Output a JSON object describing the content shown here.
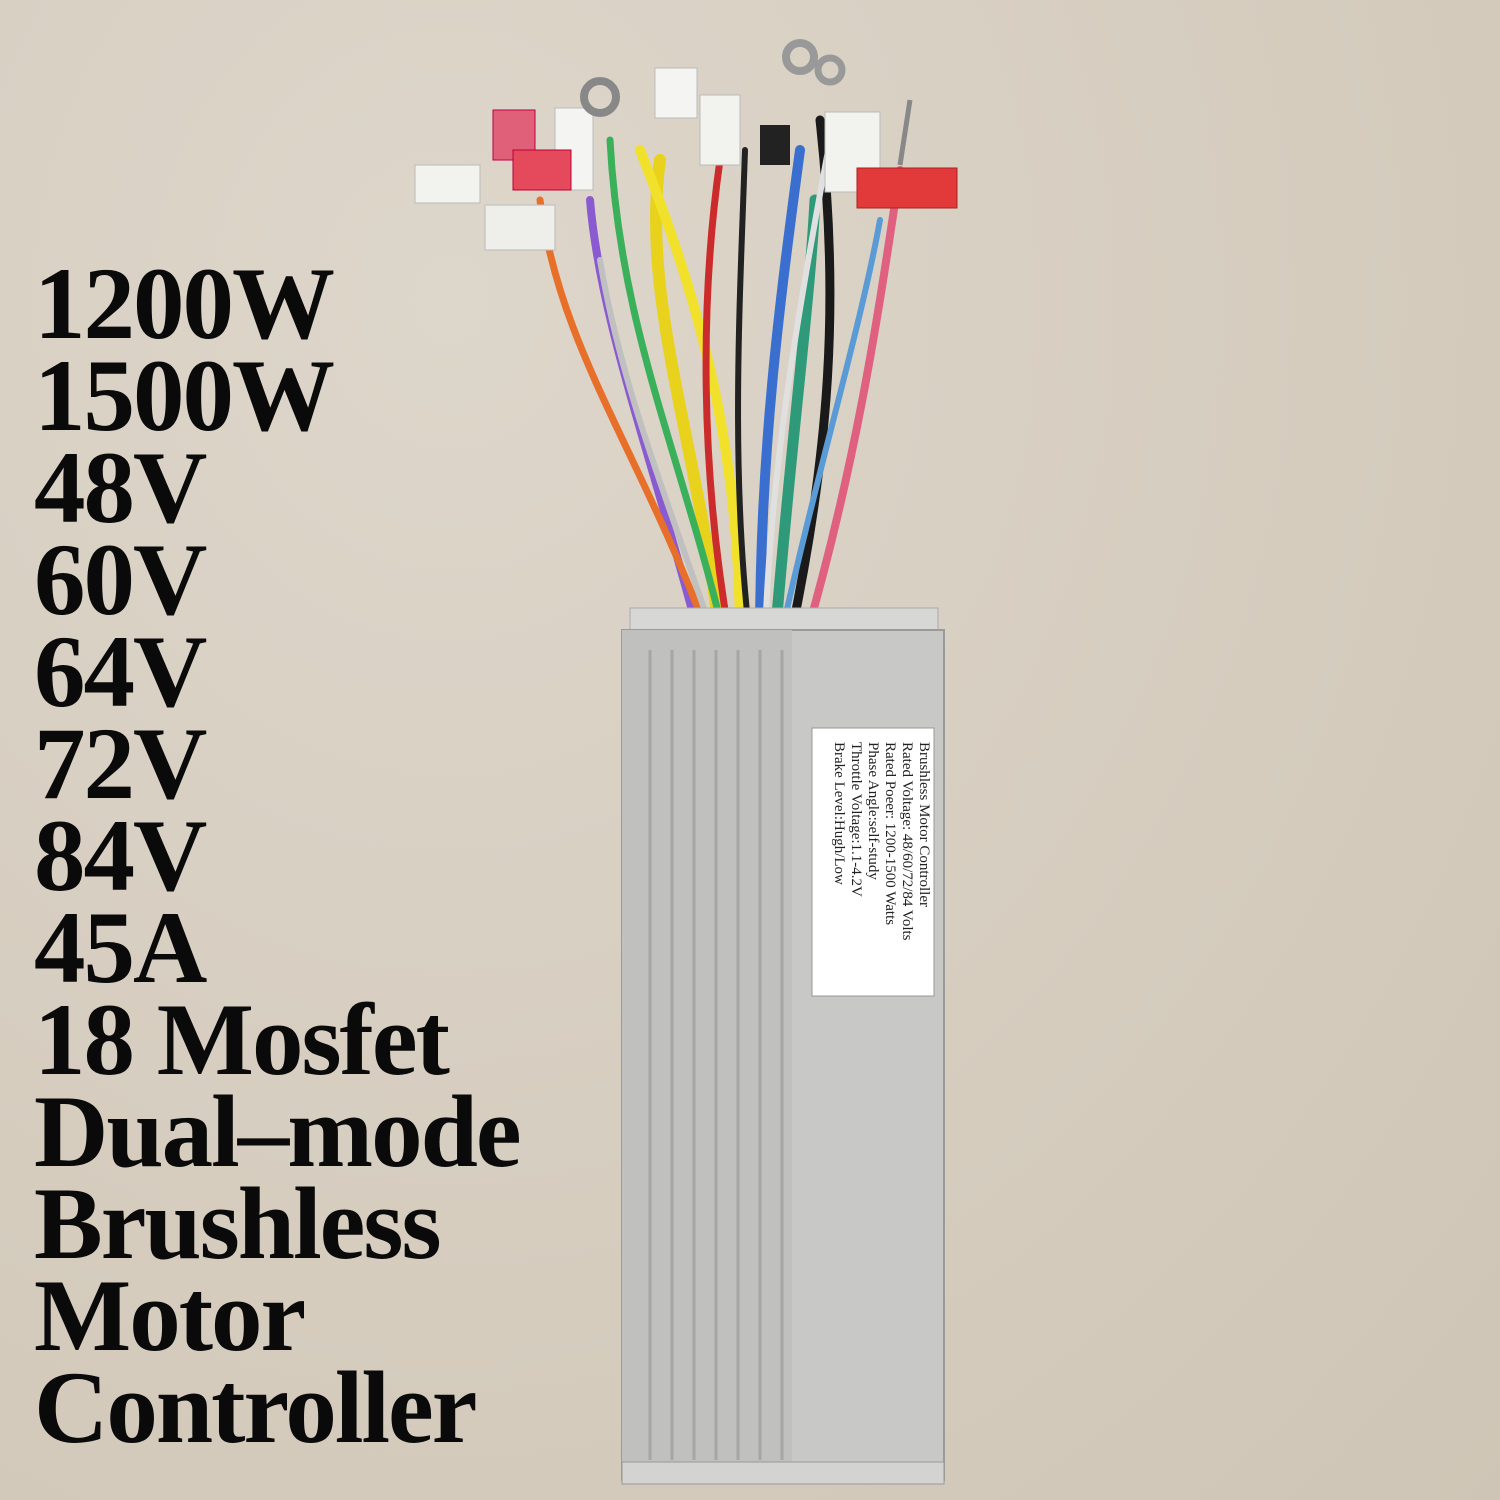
{
  "spec_lines": [
    "1200W",
    "1500W",
    "48V",
    "60V",
    "64V",
    "72V",
    "84V",
    "45A",
    "18 Mosfet",
    "Dual–mode",
    "Brushless",
    "Motor",
    "Controller"
  ],
  "controller_label": {
    "lines": [
      "Brushless Motor Controller",
      "Rated Voltage: 48/60/72/84 Volts",
      "Rated Poeer: 1200-1500 Watts",
      "Phase Angle:self-study",
      "Throttle Voltage:1.1-4.2V",
      "Brake Level:Hugh/Low"
    ]
  },
  "colors": {
    "background": "#d8d0c3",
    "text": "#0a0a0a",
    "housing": "#c9c9c7"
  }
}
